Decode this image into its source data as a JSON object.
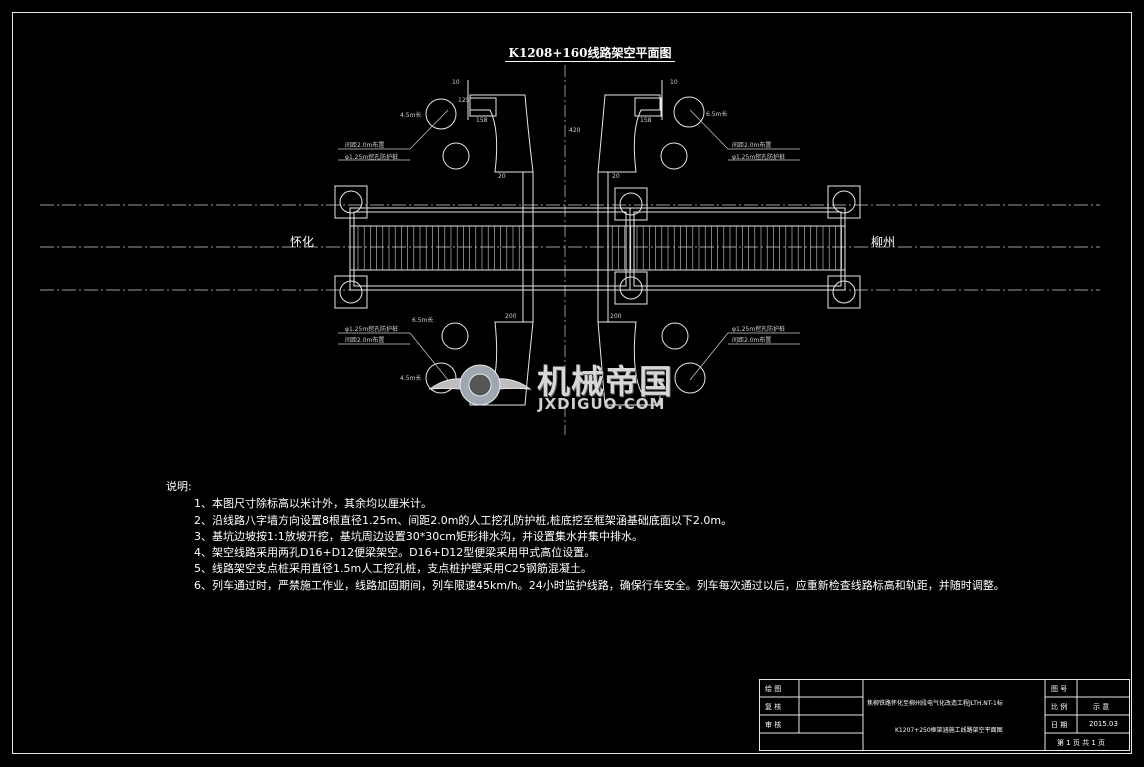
{
  "drawing": {
    "title": "K1208+160线路架空平面图",
    "left_city": "怀化",
    "right_city": "柳州",
    "dim_labels": {
      "d10": "10",
      "d158": "158",
      "d125": "125",
      "d20": "20",
      "d200": "200",
      "d420": "420",
      "d45a": "4.5m长",
      "d45b": "4.5m长",
      "d65a": "6.5m长",
      "d65b": "6.5m长",
      "spacing_label": "间距2.0m布置",
      "pile_label": "φ1.25m挖孔防护桩"
    }
  },
  "watermark": {
    "cn": "机械帝国",
    "en": "JXDIGUO.COM"
  },
  "notes": {
    "heading": "说明:",
    "lines": [
      "1、本图尺寸除标高以米计外，其余均以厘米计。",
      "2、沿线路八字墙方向设置8根直径1.25m、间距2.0m的人工挖孔防护桩,桩底挖至框架涵基础底面以下2.0m。",
      "3、基坑边坡按1:1放坡开挖，基坑周边设置30*30cm矩形排水沟，并设置集水井集中排水。",
      "4、架空线路采用两孔D16+D12便梁架空。D16+D12型便梁采用甲式高位设置。",
      "5、线路架空支点桩采用直径1.5m人工挖孔桩，支点桩护壁采用C25钢筋混凝土。",
      "6、列车通过时，严禁施工作业，线路加固期间，列车限速45km/h。24小时监护线路，确保行车安全。列车每次通过以后，应重新检查线路标高和轨距，并随时调整。"
    ]
  },
  "title_block": {
    "draw": "绘 图",
    "review": "复 核",
    "audit": "审 核",
    "project": "焦柳铁路怀化至柳州段电气化改造工程JLTH.NT-1标",
    "drawing_name": "K1207+250框架涵施工线路架空平面图",
    "fig_no_label": "图 号",
    "scale_label": "比 例",
    "scale_value": "示 意",
    "date_label": "日 期",
    "date_value": "2015.03",
    "sheet": "第 1 页  共 1 页"
  }
}
